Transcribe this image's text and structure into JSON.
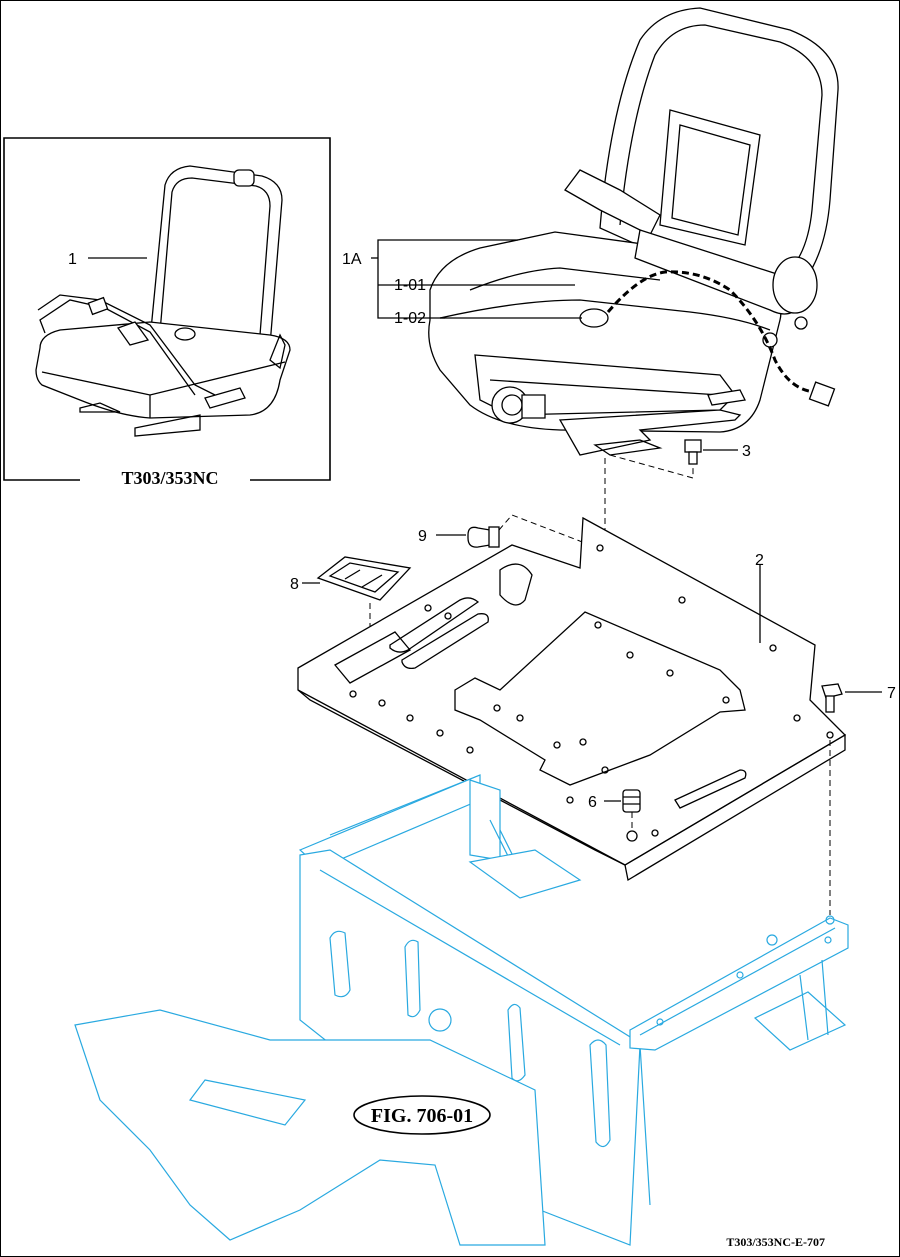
{
  "inset": {
    "title": "T303/353NC"
  },
  "callouts": {
    "c1": "1",
    "c1A": "1A",
    "c1_01": "1-01",
    "c1_02": "1-02",
    "c2": "2",
    "c3": "3",
    "c6": "6",
    "c7": "7",
    "c8": "8",
    "c9": "9"
  },
  "figure_label": "FIG. 706-01",
  "document_code": "T303/353NC-E-707"
}
